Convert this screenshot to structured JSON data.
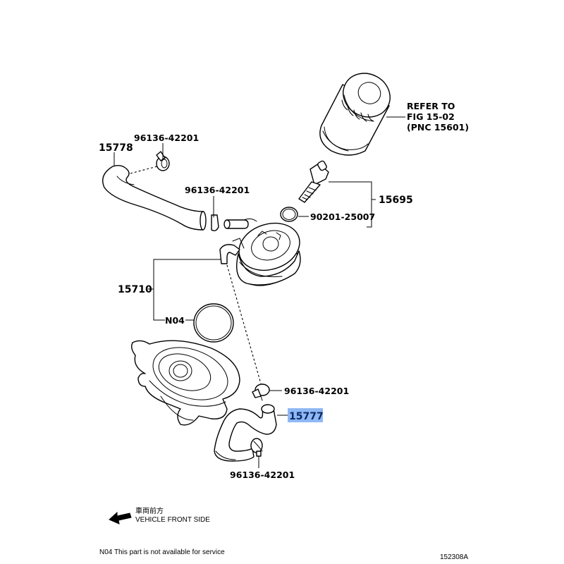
{
  "diagram": {
    "figure_id": "152308A",
    "highlight_color": "#8fb8f4",
    "highlight_text_color": "#0d2a66",
    "parts": [
      {
        "id": "oil_filter_ref",
        "label_lines": [
          "REFER TO",
          "FIG 15-02",
          "(PNC 15601)"
        ]
      },
      {
        "id": "union_bolt",
        "label": "15695"
      },
      {
        "id": "gasket",
        "label": "90201-25007"
      },
      {
        "id": "hose_upper",
        "label": "15778"
      },
      {
        "id": "clamp_upper_left",
        "label": "96136-42201"
      },
      {
        "id": "clamp_upper_mid",
        "label": "96136-42201"
      },
      {
        "id": "oil_cooler",
        "label": "15710"
      },
      {
        "id": "o_ring",
        "label": "N04"
      },
      {
        "id": "clamp_lower_top",
        "label": "96136-42201"
      },
      {
        "id": "hose_lower",
        "label": "15777",
        "highlighted": true
      },
      {
        "id": "clamp_lower_bottom",
        "label": "96136-42201"
      }
    ],
    "direction_indicator": {
      "icon": "arrow-left-icon",
      "label_jp": "車両前方",
      "label_en": "VEHICLE FRONT SIDE"
    },
    "footnote": "N04 This part is not available for service"
  }
}
